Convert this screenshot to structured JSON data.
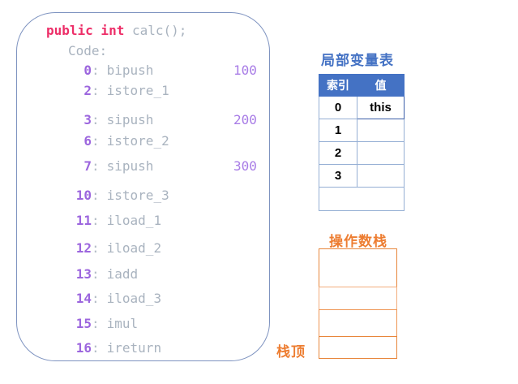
{
  "bytecode_panel": {
    "signature": {
      "keyword": "public int",
      "rest": " calc();"
    },
    "code_label": "Code:",
    "colon": ":",
    "lines": [
      {
        "num": "0",
        "instr": "bipush",
        "operand": "100"
      },
      {
        "num": "2",
        "instr": "istore_1",
        "operand": ""
      },
      {
        "num": "3",
        "instr": "sipush",
        "operand": "200"
      },
      {
        "num": "6",
        "instr": "istore_2",
        "operand": ""
      },
      {
        "num": "7",
        "instr": "sipush",
        "operand": "300"
      },
      {
        "num": "10",
        "instr": "istore_3",
        "operand": ""
      },
      {
        "num": "11",
        "instr": "iload_1",
        "operand": ""
      },
      {
        "num": "12",
        "instr": "iload_2",
        "operand": ""
      },
      {
        "num": "13",
        "instr": "iadd",
        "operand": ""
      },
      {
        "num": "14",
        "instr": "iload_3",
        "operand": ""
      },
      {
        "num": "15",
        "instr": "imul",
        "operand": ""
      },
      {
        "num": "16",
        "instr": "ireturn",
        "operand": ""
      }
    ]
  },
  "local_variable_table": {
    "title": "局部变量表",
    "headers": [
      "索引",
      "值"
    ],
    "rows": [
      {
        "index": "0",
        "value": "this"
      },
      {
        "index": "1",
        "value": ""
      },
      {
        "index": "2",
        "value": ""
      },
      {
        "index": "3",
        "value": ""
      }
    ],
    "footer": ""
  },
  "operand_stack": {
    "title": "操作数栈",
    "slots": [
      "",
      "",
      "",
      ""
    ],
    "stack_top_label": "栈顶"
  },
  "colors": {
    "keyword_pink": "#ED2E68",
    "code_gray": "#A9B3BF",
    "literal_purple": "#9C66DE",
    "panel_border_blue": "#7E93C0",
    "table_blue": "#4472C4",
    "stack_orange": "#ED7D31"
  }
}
